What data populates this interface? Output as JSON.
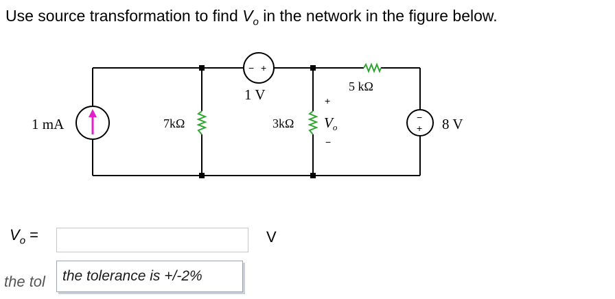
{
  "question": {
    "prefix": "Use source transformation to find ",
    "var": "V",
    "sub": "o",
    "suffix": " in the network in the figure below."
  },
  "circuit": {
    "current_source_label": "1 mA",
    "r1_label": "7kΩ",
    "voltage_source_1_label": "1 V",
    "r2_label": "3kΩ",
    "vo_var": "V",
    "vo_sub": "o",
    "vo_plus": "+",
    "vo_minus": "−",
    "r3_label": "5 kΩ",
    "voltage_source_2_label": "8 V",
    "src1_minus": "−",
    "src1_plus": "+",
    "src2_minus": "−",
    "src2_plus": "+"
  },
  "answer": {
    "label_var": "V",
    "label_sub": "o",
    "equals": " =",
    "value": "",
    "placeholder": "",
    "unit": "V"
  },
  "tolerance": {
    "hidden_text": "the tol",
    "tooltip_text": "the tolerance is +/-2%"
  }
}
